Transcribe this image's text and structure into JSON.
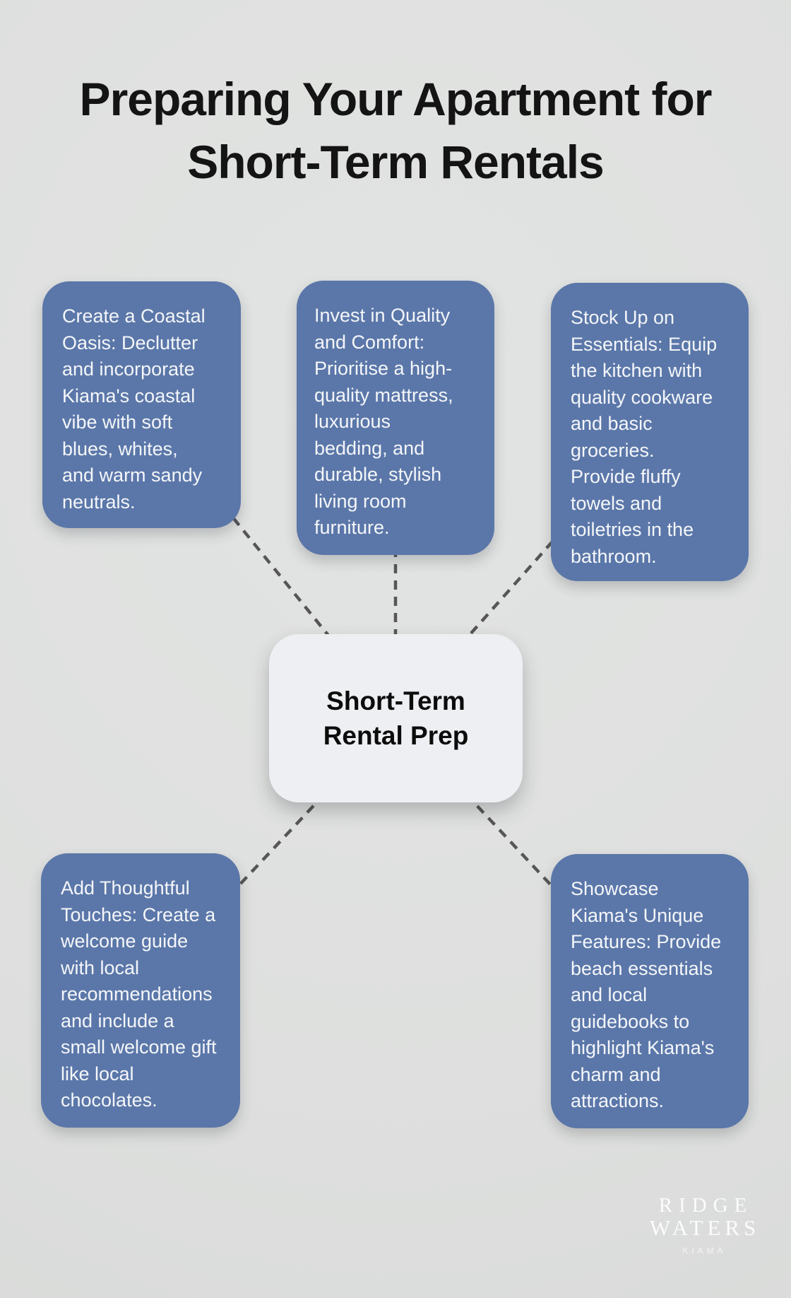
{
  "page": {
    "title_line1": "Preparing Your Apartment for",
    "title_line2": "Short-Term Rentals",
    "background_color": "#dedfde"
  },
  "diagram": {
    "center_label": "Short-Term Rental Prep",
    "center_bg_color": "#eeeff2",
    "node_bg_color": "#5b77a9",
    "node_text_color": "#f4f6f9",
    "connector_color": "#565656",
    "nodes": [
      {
        "id": "coastal-oasis",
        "text": "Create a Coastal Oasis: Declutter and incorporate Kiama's coastal vibe with soft blues, whites, and warm sandy neutrals."
      },
      {
        "id": "quality-comfort",
        "text": "Invest in Quality and Comfort: Prioritise a high-quality mattress, luxurious bedding, and durable, stylish living room furniture."
      },
      {
        "id": "stock-essentials",
        "text": "Stock Up on Essentials: Equip the kitchen with quality cookware and basic groceries. Provide fluffy towels and toiletries in the bathroom."
      },
      {
        "id": "thoughtful-touches",
        "text": "Add Thoughtful Touches: Create a welcome guide with local recommendations and include a small welcome gift like local chocolates."
      },
      {
        "id": "kiama-features",
        "text": "Showcase Kiama's Unique Features: Provide beach essentials and local guidebooks to highlight Kiama's charm and attractions."
      }
    ]
  },
  "brand": {
    "line1": "RIDGE",
    "line2": "WATERS",
    "line3": "KIAMA"
  }
}
